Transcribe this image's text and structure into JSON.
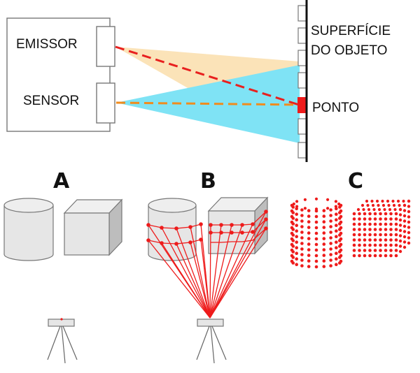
{
  "labels": {
    "emitter": "EMISSOR",
    "sensor": "SENSOR",
    "surface_line1": "SUPERFÍCIE",
    "surface_line2": "DO OBJETO",
    "point": "PONTO"
  },
  "panels": {
    "a": "A",
    "b": "B",
    "c": "C"
  },
  "colors": {
    "emitter_beam": "#fbe3b8",
    "sensor_beam": "#7fe3f5",
    "emitter_ray": "#e8201f",
    "sensor_ray": "#f08c1e",
    "point_fill": "#ee1b1b",
    "scan_line": "#ee1b1b",
    "solid_face": "#e6e6e6",
    "solid_side": "#bdbdbd",
    "outline": "#777777"
  }
}
